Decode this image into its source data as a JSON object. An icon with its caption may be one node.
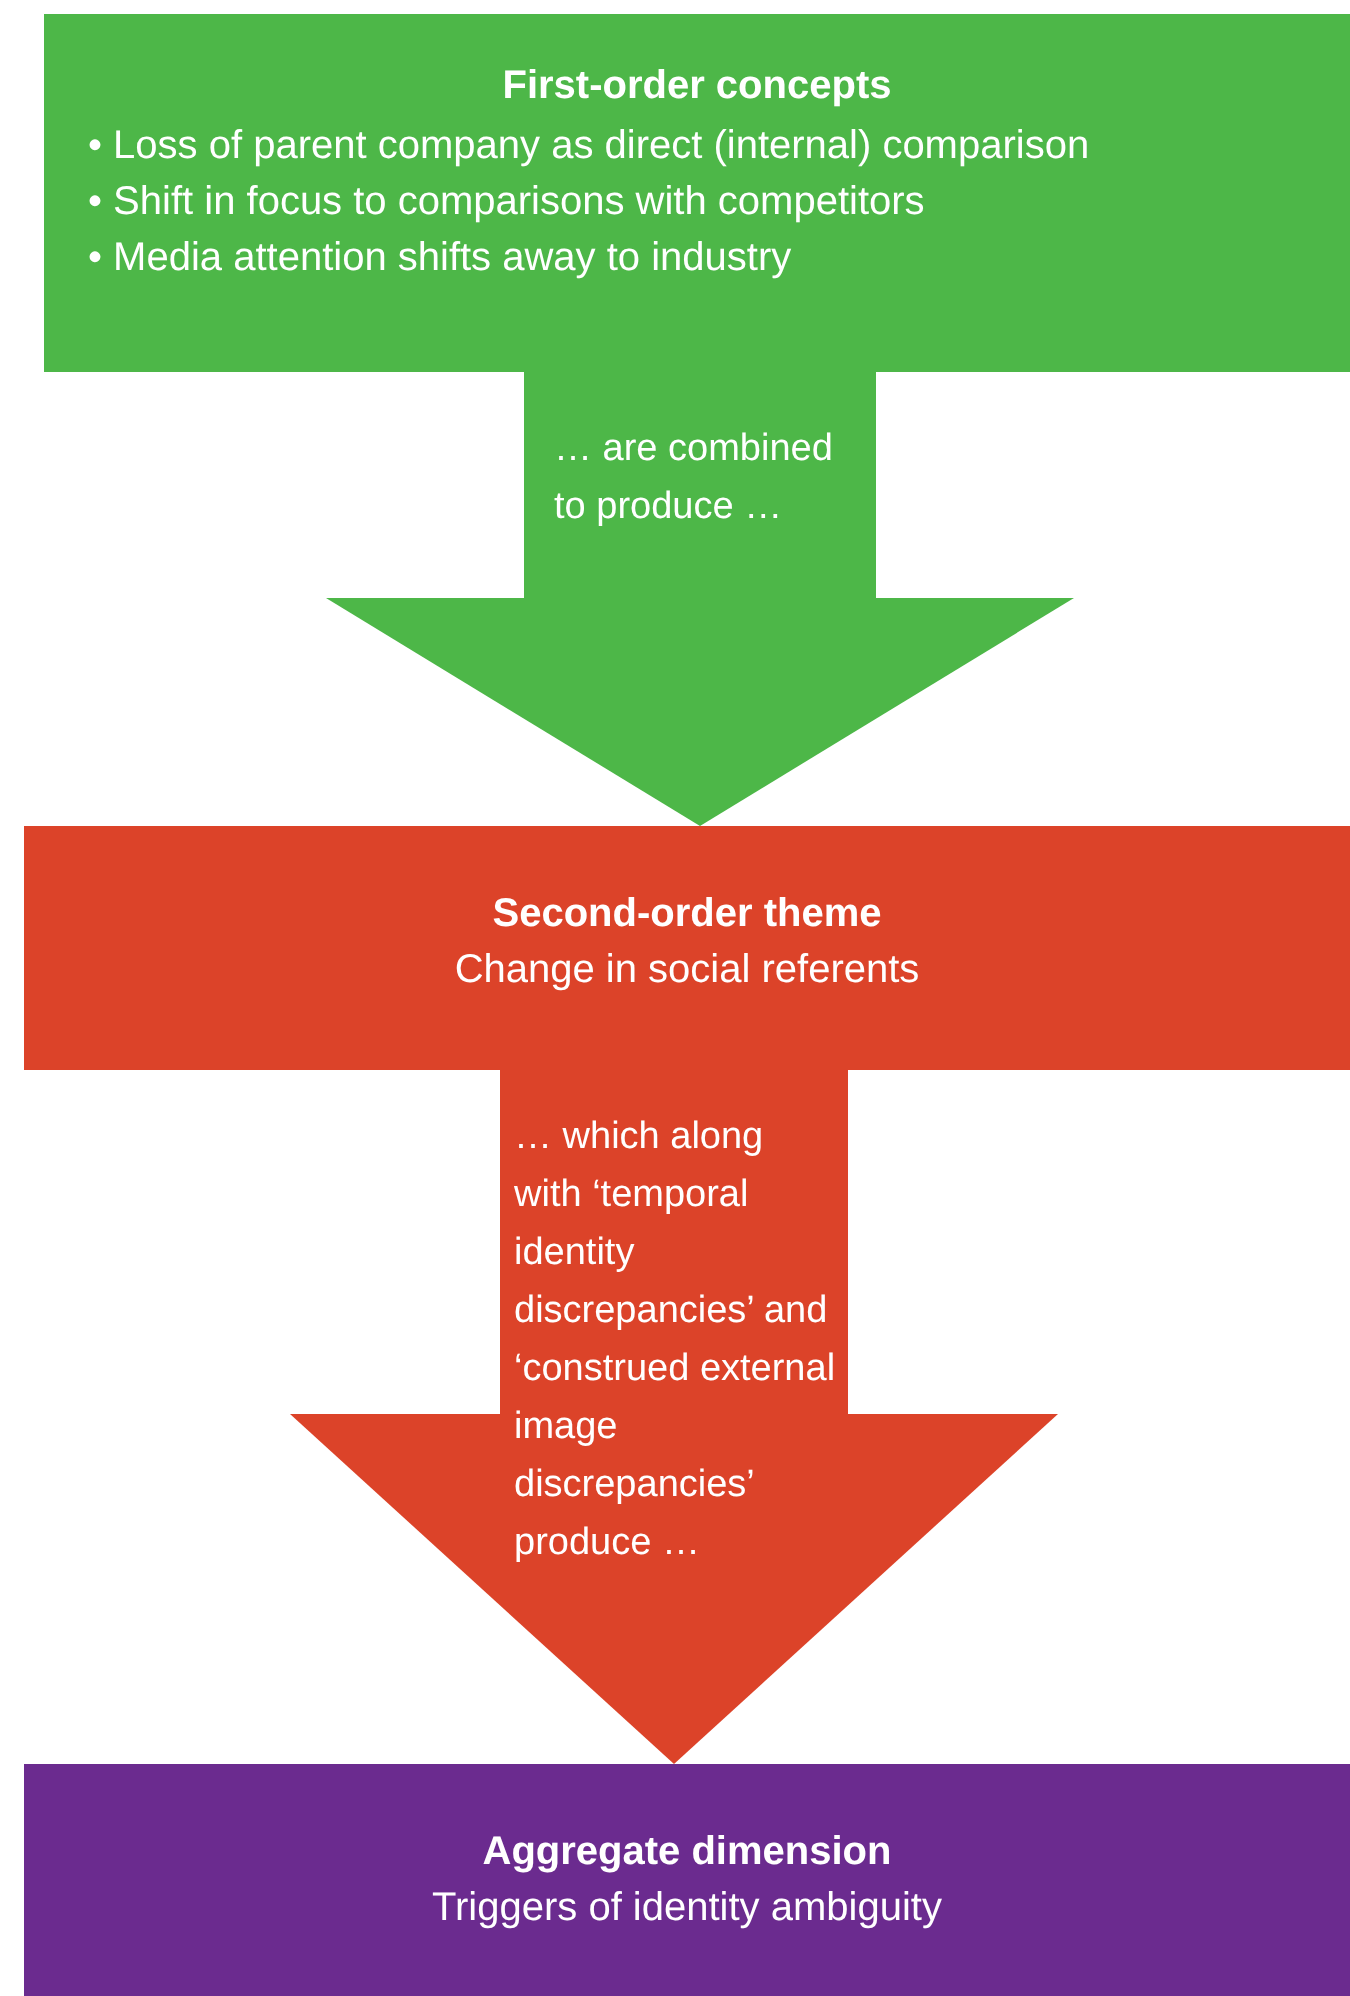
{
  "diagram": {
    "nodes": [
      {
        "text": [
          "First-order concepts",
          "• Loss of parent company as direct (internal) comparison",
          "• Shift in focus to comparisons with competitors",
          "• Media attention shifts away to industry"
        ]
      },
      {
        "text": [
          "Second-order theme",
          "Change in social referents"
        ]
      },
      {
        "text": [
          "Aggregate dimension",
          "Triggers of identity ambiguity"
        ]
      }
    ],
    "edges": [
      {
        "from": 0,
        "to": 1,
        "arrow": "to",
        "color": "#4db748",
        "label": "… are combined to produce …"
      },
      {
        "from": 1,
        "to": 2,
        "arrow": "to",
        "color": "#dc4329",
        "label": "… which along with ‘temporal identity discrepancies’ and ‘construed external image discrepancies’ produce …"
      }
    ]
  }
}
